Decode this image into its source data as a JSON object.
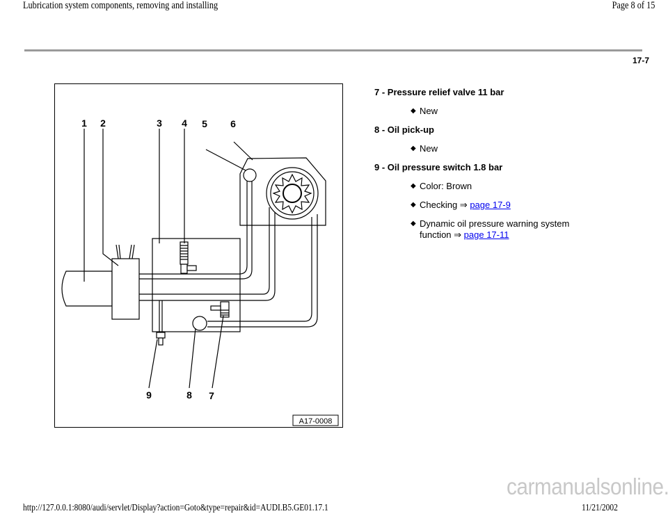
{
  "header": {
    "title": "Lubrication system components, removing and installing",
    "page": "Page 8 of 15"
  },
  "page_number": "17-7",
  "figure": {
    "labels": [
      "1",
      "2",
      "3",
      "4",
      "5",
      "6",
      "7",
      "8",
      "9"
    ],
    "code": "A17-0008"
  },
  "items": [
    {
      "title": "7 - Pressure relief valve 11 bar",
      "bullets": [
        {
          "text": "New"
        }
      ]
    },
    {
      "title": "8 - Oil pick-up",
      "bullets": [
        {
          "text": "New"
        }
      ]
    },
    {
      "title": "9 - Oil pressure switch 1.8 bar",
      "bullets": [
        {
          "text": "Color: Brown"
        },
        {
          "text": "Checking ⇒ ",
          "link": "page 17-9"
        },
        {
          "text": "Dynamic oil pressure warning system function ⇒ ",
          "link": "page 17-11"
        }
      ]
    }
  ],
  "footer": {
    "url": "http://127.0.0.1:8080/audi/servlet/Display?action=Goto&type=repair&id=AUDI.B5.GE01.17.1",
    "date": "11/21/2002",
    "watermark": "carmanualsonline.info"
  }
}
